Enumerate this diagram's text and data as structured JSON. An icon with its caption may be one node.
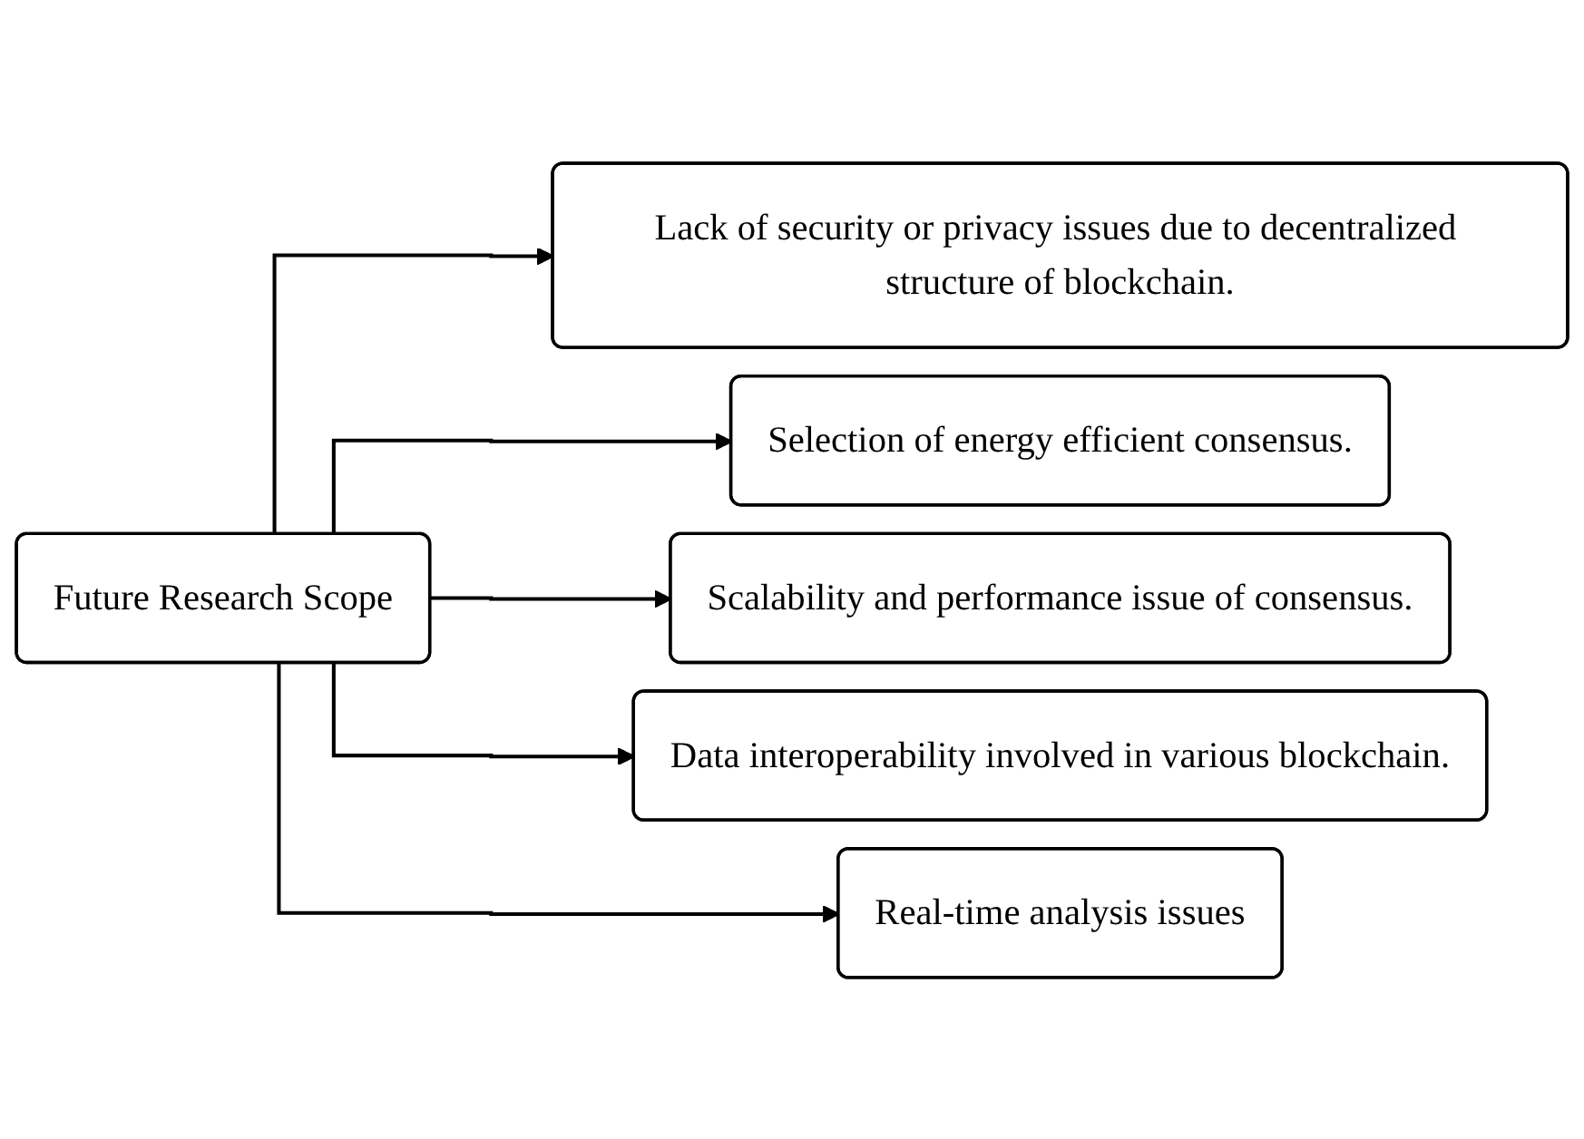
{
  "diagram": {
    "nodes": [
      {
        "text": [
          "Future Research Scope"
        ]
      },
      {
        "text": [
          "Lack of security or privacy issues due to decentralized structure of blockchain."
        ]
      },
      {
        "text": [
          "Selection of energy efficient consensus."
        ]
      },
      {
        "text": [
          "Scalability and performance issue of consensus."
        ]
      },
      {
        "text": [
          "Data interoperability involved in various blockchain."
        ]
      },
      {
        "text": [
          "Real-time analysis issues"
        ]
      }
    ],
    "edges": [
      {
        "from": 0,
        "to": 1,
        "arrow": "to"
      },
      {
        "from": 0,
        "to": 2,
        "arrow": "to"
      },
      {
        "from": 0,
        "to": 3,
        "arrow": "to"
      },
      {
        "from": 0,
        "to": 4,
        "arrow": "to"
      },
      {
        "from": 0,
        "to": 5,
        "arrow": "to"
      }
    ]
  }
}
